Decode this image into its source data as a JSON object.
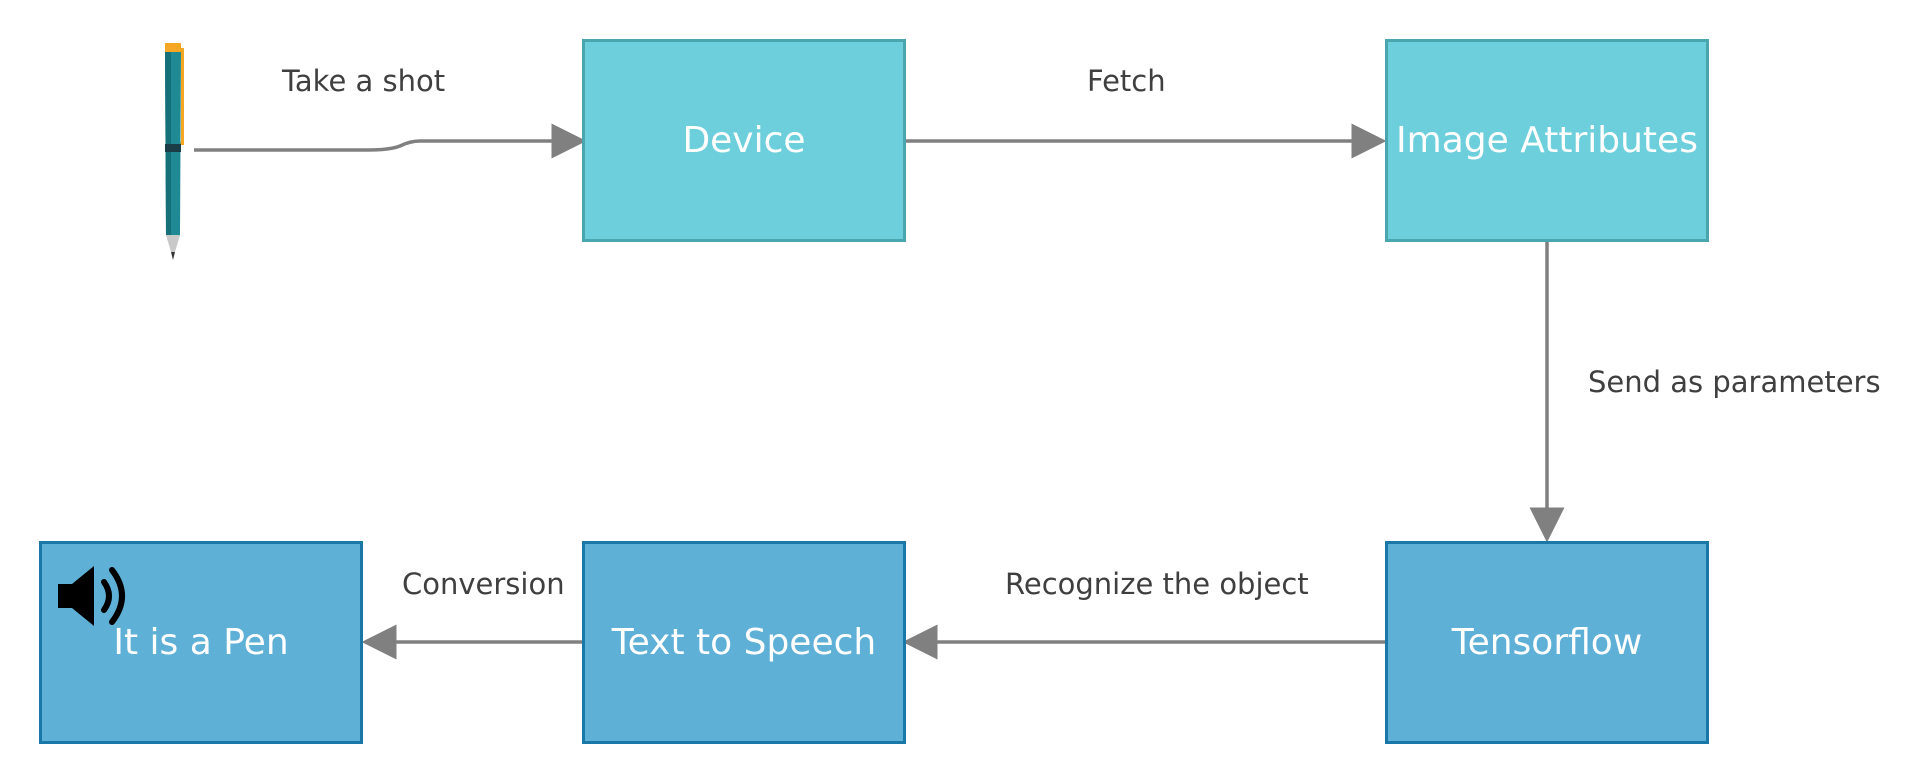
{
  "nodes": {
    "device": "Device",
    "image_attributes": "Image Attributes",
    "tensorflow": "Tensorflow",
    "text_to_speech": "Text to Speech",
    "output": "It is a Pen"
  },
  "edges": {
    "take_shot": "Take a shot",
    "fetch": "Fetch",
    "send_params": "Send as parameters",
    "recognize": "Recognize the object",
    "conversion": "Conversion"
  },
  "icons": {
    "pen": "pen-icon",
    "speaker": "speaker-icon"
  },
  "colors": {
    "top_fill": "#6dcfdb",
    "top_border": "#4aa6ae",
    "bottom_fill": "#5fb0d6",
    "bottom_border": "#1a78a8",
    "edge": "#808080",
    "pen_body": "#1f8a94",
    "pen_cap": "#f5a623"
  }
}
